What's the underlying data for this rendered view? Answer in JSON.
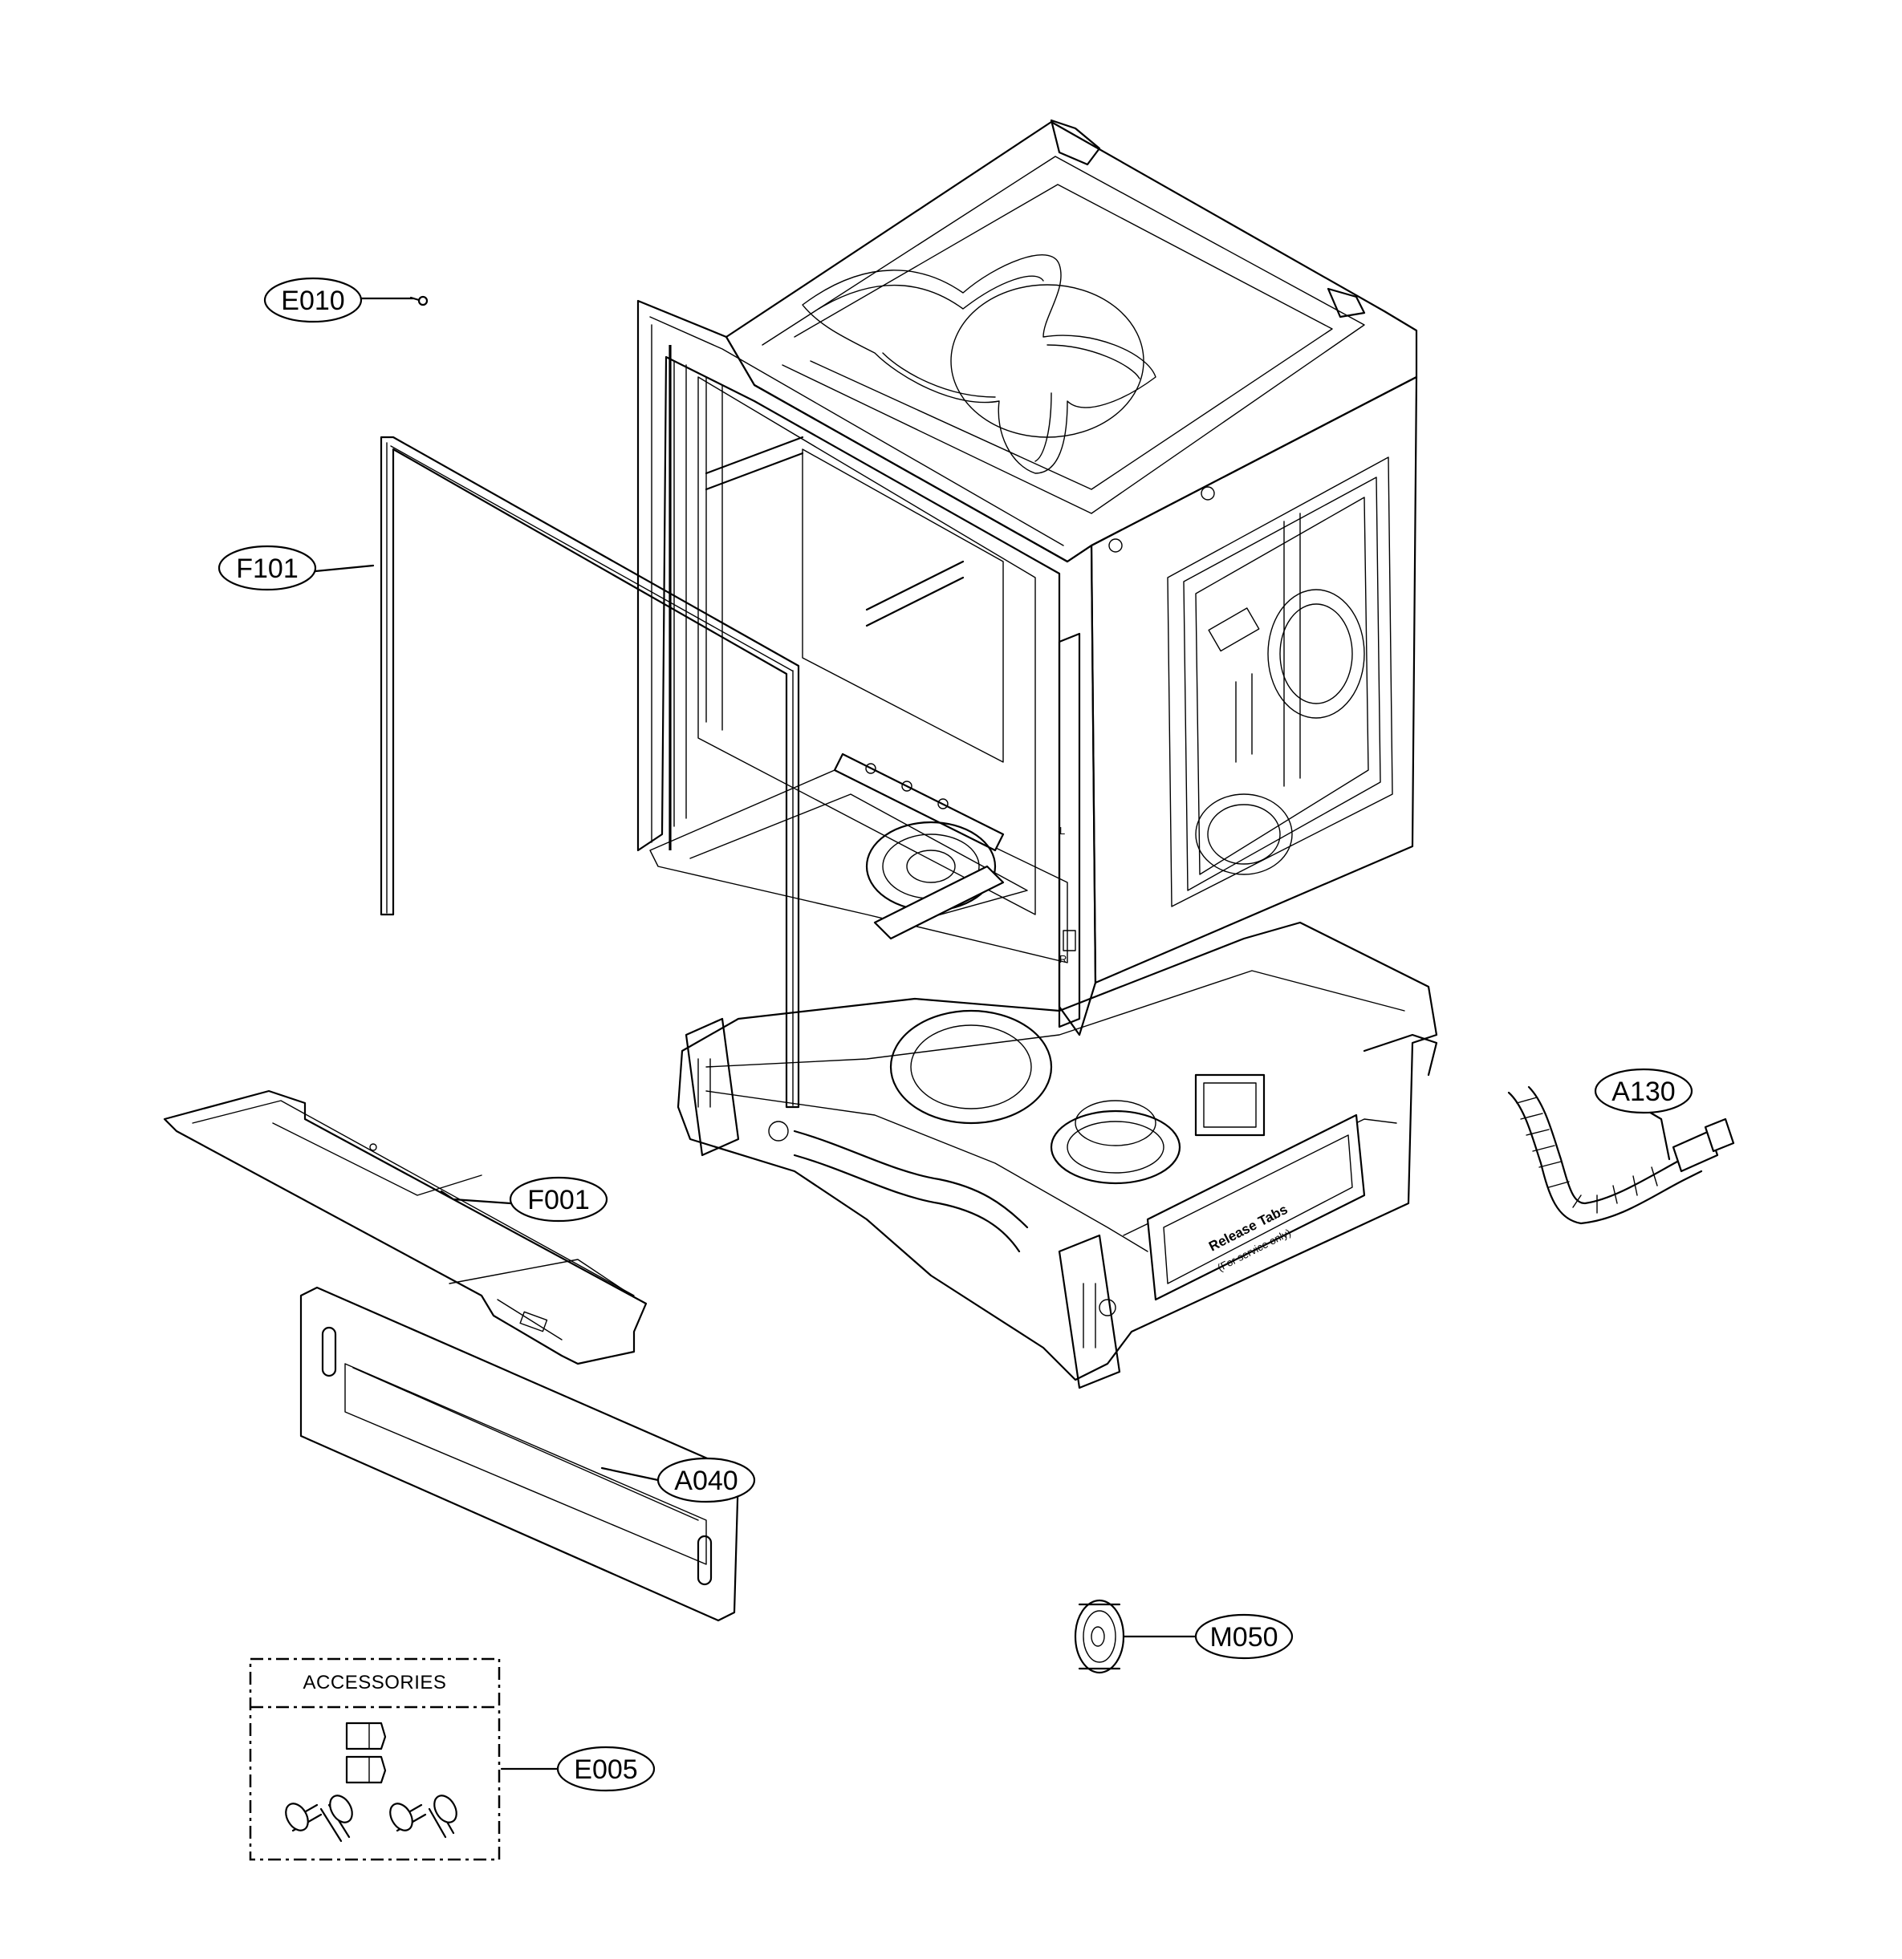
{
  "callouts": [
    {
      "id": "E010",
      "label": "E010"
    },
    {
      "id": "F101",
      "label": "F101"
    },
    {
      "id": "F001",
      "label": "F001"
    },
    {
      "id": "A040",
      "label": "A040"
    },
    {
      "id": "A130",
      "label": "A130"
    },
    {
      "id": "M050",
      "label": "M050"
    },
    {
      "id": "E005",
      "label": "E005"
    }
  ],
  "accessories_box": {
    "title": "ACCESSORIES"
  },
  "base_panel": {
    "line1": "Release Tabs",
    "line2": "(For service only)"
  },
  "hinge_marks": {
    "left": "L",
    "right": "R"
  }
}
